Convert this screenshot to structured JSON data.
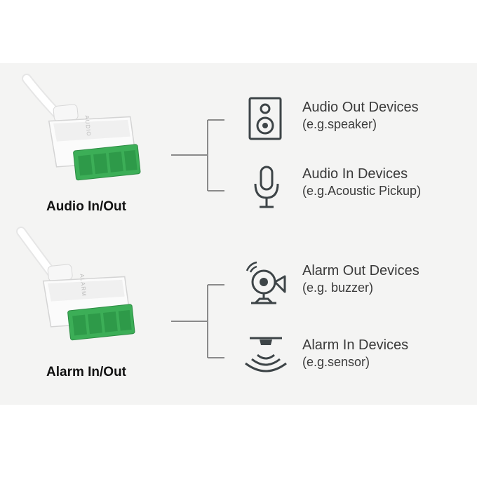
{
  "connectors": [
    {
      "label": "Audio In/Out",
      "plug_text": "AUDIO"
    },
    {
      "label": "Alarm In/Out",
      "plug_text": "ALARM"
    }
  ],
  "devices": [
    {
      "title": "Audio Out Devices",
      "subtitle": "(e.g.speaker)",
      "icon": "speaker-icon"
    },
    {
      "title": "Audio In Devices",
      "subtitle": "(e.g.Acoustic Pickup)",
      "icon": "microphone-icon"
    },
    {
      "title": "Alarm Out Devices",
      "subtitle": "(e.g. buzzer)",
      "icon": "buzzer-icon"
    },
    {
      "title": "Alarm In Devices",
      "subtitle": "(e.g.sensor)",
      "icon": "sensor-icon"
    }
  ],
  "colors": {
    "panel_background": "#f4f4f3",
    "terminal_green": "#3cae57",
    "line_gray": "#8a8a8a",
    "icon_dark": "#3d4447"
  }
}
